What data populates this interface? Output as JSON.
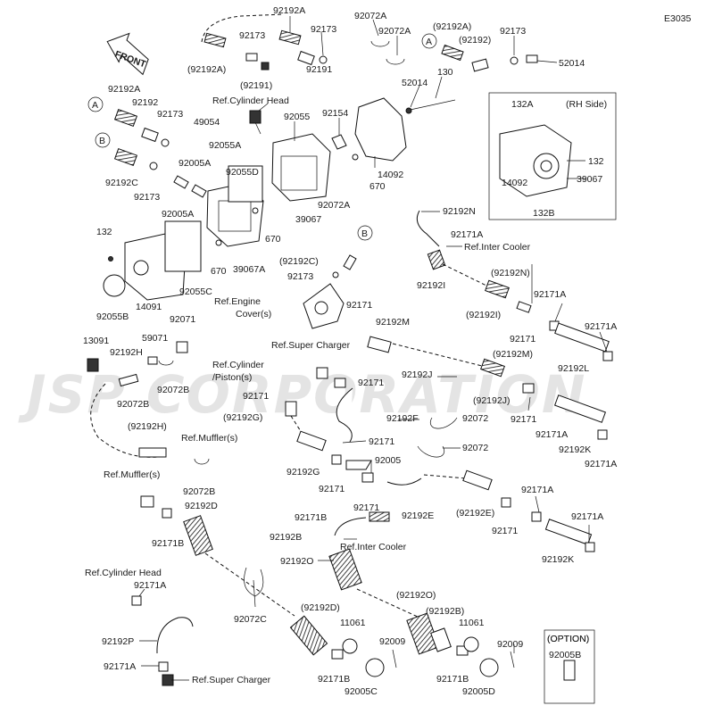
{
  "diagram_code": "E3035",
  "front_label": "FRONT",
  "watermark": "JSP CORPORATION",
  "rh_side_label": "(RH Side)",
  "option_label": "(OPTION)",
  "labels": [
    {
      "id": "l1",
      "text": "92192A"
    },
    {
      "id": "l2",
      "text": "92072A"
    },
    {
      "id": "l3",
      "text": "(92192A)"
    },
    {
      "id": "l4",
      "text": "92173"
    },
    {
      "id": "l5",
      "text": "92173"
    },
    {
      "id": "l6",
      "text": "92072A"
    },
    {
      "id": "l7",
      "text": "(92192)"
    },
    {
      "id": "l8",
      "text": "92173"
    },
    {
      "id": "l9",
      "text": "(92192A)"
    },
    {
      "id": "l10",
      "text": "(92191)"
    },
    {
      "id": "l11",
      "text": "92191"
    },
    {
      "id": "l12",
      "text": "52014"
    },
    {
      "id": "l13",
      "text": "130"
    },
    {
      "id": "l14",
      "text": "52014"
    },
    {
      "id": "l15",
      "text": "92192A"
    },
    {
      "id": "l16",
      "text": "92192"
    },
    {
      "id": "l17",
      "text": "92173"
    },
    {
      "id": "l18",
      "text": "Ref.Cylinder Head"
    },
    {
      "id": "l19",
      "text": "49054"
    },
    {
      "id": "l20",
      "text": "92055"
    },
    {
      "id": "l21",
      "text": "92154"
    },
    {
      "id": "l22",
      "text": "132A"
    },
    {
      "id": "l23",
      "text": "92055A"
    },
    {
      "id": "l24",
      "text": "92005A"
    },
    {
      "id": "l25",
      "text": "92055D"
    },
    {
      "id": "l26",
      "text": "670"
    },
    {
      "id": "l27",
      "text": "14092"
    },
    {
      "id": "l28",
      "text": "132"
    },
    {
      "id": "l29",
      "text": "14092"
    },
    {
      "id": "l30",
      "text": "39067"
    },
    {
      "id": "l31",
      "text": "92192C"
    },
    {
      "id": "l32",
      "text": "92173"
    },
    {
      "id": "l33",
      "text": "92005A"
    },
    {
      "id": "l34",
      "text": "92072A"
    },
    {
      "id": "l35",
      "text": "39067"
    },
    {
      "id": "l36",
      "text": "132B"
    },
    {
      "id": "l37",
      "text": "670"
    },
    {
      "id": "l38",
      "text": "92192N"
    },
    {
      "id": "l39",
      "text": "132"
    },
    {
      "id": "l40",
      "text": "92171A"
    },
    {
      "id": "l41",
      "text": "Ref.Inter Cooler"
    },
    {
      "id": "l42",
      "text": "(92192C)"
    },
    {
      "id": "l43",
      "text": "670"
    },
    {
      "id": "l44",
      "text": "39067A"
    },
    {
      "id": "l45",
      "text": "92192I"
    },
    {
      "id": "l46",
      "text": "(92192N)"
    },
    {
      "id": "l47",
      "text": "92173"
    },
    {
      "id": "l48",
      "text": "92055B"
    },
    {
      "id": "l49",
      "text": "14091"
    },
    {
      "id": "l50",
      "text": "92055C"
    },
    {
      "id": "l51",
      "text": "Ref.Engine"
    },
    {
      "id": "l52",
      "text": "Cover(s)"
    },
    {
      "id": "l53",
      "text": "92171"
    },
    {
      "id": "l54",
      "text": "92171A"
    },
    {
      "id": "l55",
      "text": "(92192I)"
    },
    {
      "id": "l56",
      "text": "92071"
    },
    {
      "id": "l57",
      "text": "92192M"
    },
    {
      "id": "l58",
      "text": "92171A"
    },
    {
      "id": "l59",
      "text": "13091"
    },
    {
      "id": "l60",
      "text": "59071"
    },
    {
      "id": "l61",
      "text": "92171"
    },
    {
      "id": "l62",
      "text": "Ref.Super Charger"
    },
    {
      "id": "l63",
      "text": "92192H"
    },
    {
      "id": "l64",
      "text": "Ref.Cylinder"
    },
    {
      "id": "l65",
      "text": "(92192M)"
    },
    {
      "id": "l66",
      "text": "92192L"
    },
    {
      "id": "l67",
      "text": "92072B"
    },
    {
      "id": "l68",
      "text": "/Piston(s)"
    },
    {
      "id": "l69",
      "text": "92192J"
    },
    {
      "id": "l70",
      "text": "92171"
    },
    {
      "id": "l71",
      "text": "92171"
    },
    {
      "id": "l72",
      "text": "92072B"
    },
    {
      "id": "l73",
      "text": "(92192J)"
    },
    {
      "id": "l74",
      "text": "(92192G)"
    },
    {
      "id": "l75",
      "text": "92192F"
    },
    {
      "id": "l76",
      "text": "92072"
    },
    {
      "id": "l77",
      "text": "92171"
    },
    {
      "id": "l78",
      "text": "(92192H)"
    },
    {
      "id": "l79",
      "text": "92171A"
    },
    {
      "id": "l80",
      "text": "Ref.Muffler(s)"
    },
    {
      "id": "l81",
      "text": "92171"
    },
    {
      "id": "l82",
      "text": "92072"
    },
    {
      "id": "l83",
      "text": "92192K"
    },
    {
      "id": "l84",
      "text": "92005"
    },
    {
      "id": "l85",
      "text": "92192G"
    },
    {
      "id": "l86",
      "text": "92171A"
    },
    {
      "id": "l87",
      "text": "Ref.Muffler(s)"
    },
    {
      "id": "l88",
      "text": "92171"
    },
    {
      "id": "l89",
      "text": "92072B"
    },
    {
      "id": "l90",
      "text": "92192D"
    },
    {
      "id": "l91",
      "text": "92171"
    },
    {
      "id": "l92",
      "text": "92192E"
    },
    {
      "id": "l93",
      "text": "(92192E)"
    },
    {
      "id": "l94",
      "text": "92171A"
    },
    {
      "id": "l95",
      "text": "92171A"
    },
    {
      "id": "l96",
      "text": "92171B"
    },
    {
      "id": "l97",
      "text": "92171B"
    },
    {
      "id": "l98",
      "text": "92192B"
    },
    {
      "id": "l99",
      "text": "Ref.Inter Cooler"
    },
    {
      "id": "l100",
      "text": "92171"
    },
    {
      "id": "l101",
      "text": "92192K"
    },
    {
      "id": "l102",
      "text": "92192O"
    },
    {
      "id": "l103",
      "text": "Ref.Cylinder Head"
    },
    {
      "id": "l104",
      "text": "92171A"
    },
    {
      "id": "l105",
      "text": "92072C"
    },
    {
      "id": "l106",
      "text": "(92192O)"
    },
    {
      "id": "l107",
      "text": "(92192D)"
    },
    {
      "id": "l108",
      "text": "(92192B)"
    },
    {
      "id": "l109",
      "text": "11061"
    },
    {
      "id": "l110",
      "text": "11061"
    },
    {
      "id": "l111",
      "text": "(OPTION)"
    },
    {
      "id": "l112",
      "text": "92192P"
    },
    {
      "id": "l113",
      "text": "92009"
    },
    {
      "id": "l114",
      "text": "92009"
    },
    {
      "id": "l115",
      "text": "92005B"
    },
    {
      "id": "l116",
      "text": "92171A"
    },
    {
      "id": "l117",
      "text": "92171B"
    },
    {
      "id": "l118",
      "text": "92171B"
    },
    {
      "id": "l119",
      "text": "Ref.Super Charger"
    },
    {
      "id": "l120",
      "text": "92005C"
    },
    {
      "id": "l121",
      "text": "92005D"
    }
  ],
  "callouts": [
    {
      "id": "c1",
      "text": "A"
    },
    {
      "id": "c2",
      "text": "A"
    },
    {
      "id": "c3",
      "text": "B"
    },
    {
      "id": "c4",
      "text": "B"
    }
  ]
}
